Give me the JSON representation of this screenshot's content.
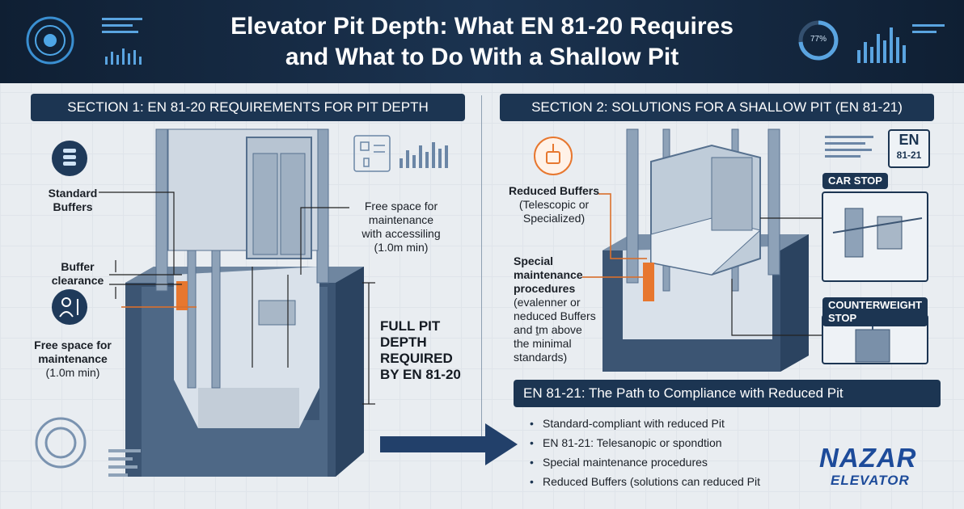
{
  "header": {
    "title_line1": "Elevator Pit Depth: What EN 81-20 Requires",
    "title_line2": "and What to Do With a Shallow Pit",
    "gauge_value": "77%"
  },
  "section1": {
    "heading": "SECTION 1:  EN 81-20 REQUIREMENTS FOR PIT DEPTH",
    "standard_buffers_1": "Standard",
    "standard_buffers_2": "Buffers",
    "buffer_clearance_1": "Buffer",
    "buffer_clearance_2": "clearance",
    "free_space_left_1": "Free space for",
    "free_space_left_2": "maintenance",
    "free_space_left_3": "(1.0m min)",
    "free_space_right_1": "Free space for",
    "free_space_right_2": "maintenance",
    "free_space_right_3": "with accessiling",
    "free_space_right_4": "(1.0m min)",
    "pit_depth_1": "FULL PIT",
    "pit_depth_2": "DEPTH",
    "pit_depth_3": "REQUIRED",
    "pit_depth_4": "BY EN 81-20"
  },
  "section2": {
    "heading": "SECTION 2: SOLUTIONS FOR A SHALLOW PIT (EN 81-21)",
    "badge_1": "EN",
    "badge_2": "81-21",
    "car_stop": "CAR STOP",
    "counterweight_stop_1": "COUNTERWEIGHT",
    "counterweight_stop_2": "STOP",
    "reduced_buffers_1": "Reduced Buffers",
    "reduced_buffers_2": "(Telescopic or",
    "reduced_buffers_3": "Specialized)",
    "special_1": "Special",
    "special_2": "maintenance",
    "special_3": "procedures",
    "special_4": "(evalenner or",
    "special_5": "neduced Buffers",
    "special_6": "and ṯm above",
    "special_7": "the minimal",
    "special_8": "standards)"
  },
  "summary": {
    "heading": "EN 81-21: The Path to Compliance with Reduced Pit",
    "bullets": [
      "Standard-compliant with reduced Pit",
      "EN 81-21: Telesanopic or spondtion",
      "Special maintenance procedures",
      "Reduced Buffers (solutions can reduced Pit"
    ]
  },
  "logo": {
    "line1": "NAZAR",
    "line2": "ELEVATOR"
  },
  "colors": {
    "navy": "#1c3552",
    "accent_orange": "#e7772f",
    "logo_blue": "#1d4b9a"
  }
}
